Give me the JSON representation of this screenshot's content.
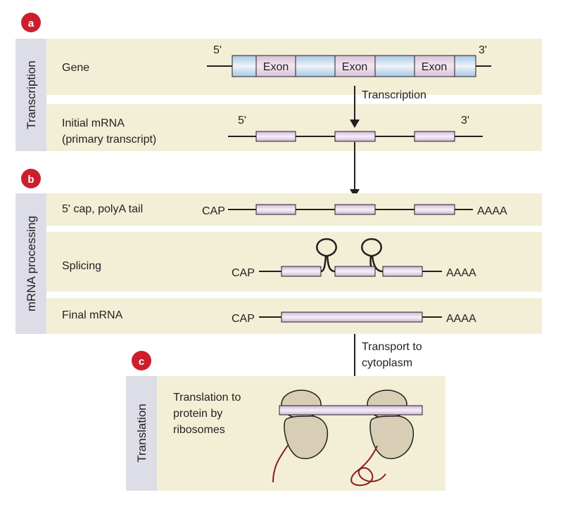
{
  "panels": {
    "a": {
      "badge": "a",
      "side_label": "Transcription",
      "gene": {
        "label": "Gene",
        "five_prime": "5'",
        "three_prime": "3'",
        "exons": [
          "Exon",
          "Exon",
          "Exon"
        ]
      },
      "arrow_label": "Transcription",
      "initial_mrna": {
        "label_line1": "Initial mRNA",
        "label_line2": "(primary transcript)",
        "five_prime": "5'",
        "three_prime": "3'"
      }
    },
    "b": {
      "badge": "b",
      "side_label": "mRNA processing",
      "cap_tail": {
        "label": "5' cap, polyA tail",
        "cap": "CAP",
        "tail": "AAAA"
      },
      "splicing": {
        "label": "Splicing",
        "cap": "CAP",
        "tail": "AAAA"
      },
      "final_mrna": {
        "label": "Final mRNA",
        "cap": "CAP",
        "tail": "AAAA"
      },
      "arrow_label_line1": "Transport to",
      "arrow_label_line2": "cytoplasm"
    },
    "c": {
      "badge": "c",
      "side_label": "Translation",
      "label_line1": "Translation to",
      "label_line2": "protein by",
      "label_line3": "ribosomes"
    }
  },
  "colors": {
    "badge": "#cc1f2d",
    "band": "#f3efd6",
    "side_tab": "#dddde8",
    "gene_bar": "#c9dcef",
    "exon": "#e0c8df",
    "mrna_exon": "#dccbe3",
    "ribosome": "#d8ceb5",
    "protein": "#8a1c22"
  }
}
